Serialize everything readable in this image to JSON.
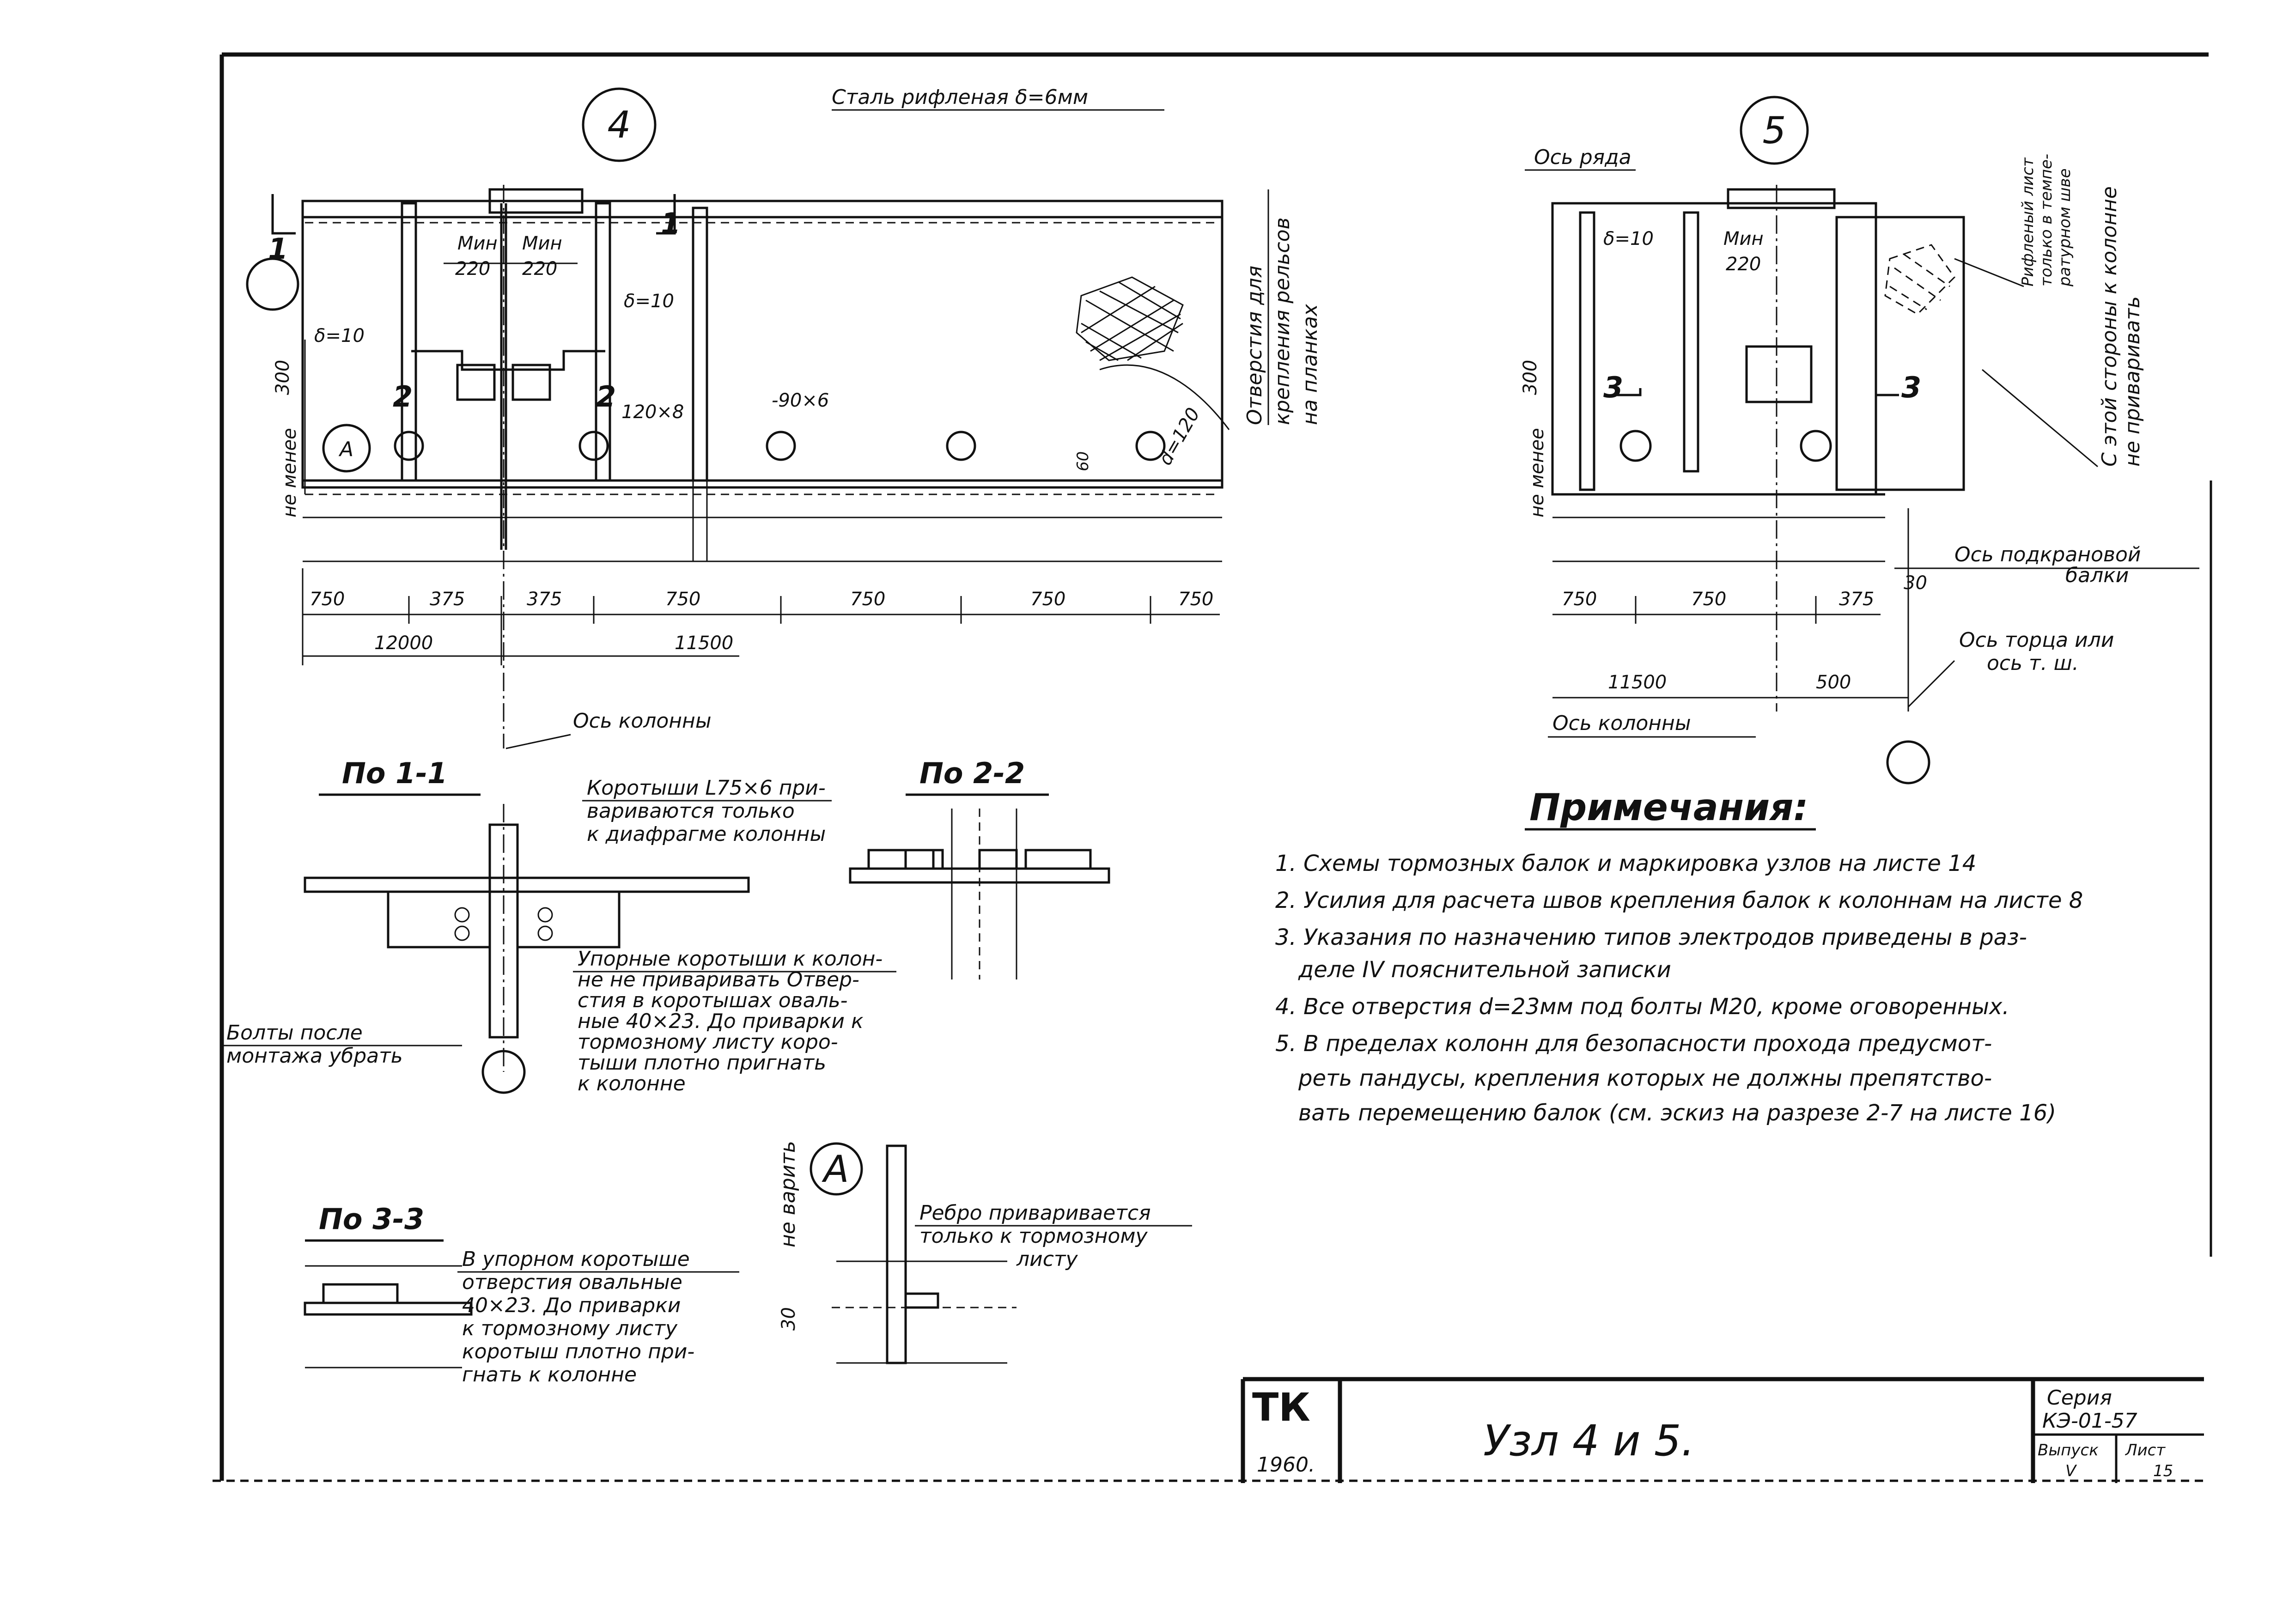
{
  "node4": {
    "number": "4",
    "steel_label": "Сталь рифленая δ=6мм",
    "holes_label_lines": [
      "Отверстия для",
      "крепления рельсов",
      "на планках"
    ],
    "min1": "Мин",
    "min2": "Мин",
    "dim220a": "220",
    "dim220b": "220",
    "delta10_left": "δ=10",
    "delta10_right": "δ=10",
    "h300": "300",
    "not_less": "не менее",
    "plate_120": "120×8",
    "plate_90": "-90×6",
    "d120": "d=120",
    "dim60": "60",
    "callout_a": "A",
    "sec1_left": "1",
    "sec1_right": "1",
    "sec2_left": "2",
    "sec2_right": "2",
    "dims_row1": [
      "750",
      "375",
      "375",
      "750",
      "750",
      "750",
      "750"
    ],
    "dim_12000": "12000",
    "dim_11500": "11500",
    "column_axis": "Ось колонны"
  },
  "node5": {
    "number": "5",
    "row_axis": "Ось ряда",
    "corrugated_lines": [
      "Рифленый лист",
      "только в темпе-",
      "ратурном шве"
    ],
    "no_weld_lines": [
      "С этой стороны к колонне",
      "не приваривать"
    ],
    "delta10": "δ=10",
    "min": "Мин",
    "dim220": "220",
    "h300": "300",
    "not_less": "не менее",
    "sec3_left": "3",
    "sec3_right": "3",
    "crane_axis_lines": [
      "Ось подкрановой",
      "балки"
    ],
    "dim30": "30",
    "dims_row1": [
      "750",
      "750",
      "375"
    ],
    "dim_11500": "11500",
    "dim_500": "500",
    "end_axis_lines": [
      "Ось торца или",
      "ось т. ш."
    ],
    "column_axis": "Ось колонны"
  },
  "sec11": {
    "title": "По 1-1",
    "shorts_lines": [
      "Коротыши L75×6 при-",
      "вариваются только",
      "к диафрагме колонны"
    ],
    "stops_lines": [
      "Упорные коротыши к колон-",
      "не не приваривать Отвер-",
      "стия в коротышах оваль-",
      "ные 40×23. До приварки к",
      "тормозному листу коро-",
      "тыши плотно пригнать",
      "к колонне"
    ],
    "bolts_lines": [
      "Болты после",
      "монтажа убрать"
    ]
  },
  "sec22": {
    "title": "По 2-2"
  },
  "sec33": {
    "title": "По 3-3",
    "note_lines": [
      "В упорном коротыше",
      "отверстия овальные",
      "40×23. До приварки",
      "к тормозному листу",
      "коротыш плотно при-",
      "гнать к колонне"
    ]
  },
  "detailA": {
    "label": "A",
    "no_weld": "не варить",
    "dim30": "30",
    "rib_lines": [
      "Ребро приваривается",
      "только к тормозному",
      "листу"
    ]
  },
  "notes": {
    "title": "Примечания:",
    "lines": [
      "1. Схемы тормозных балок и маркировка узлов на листе 14",
      "2. Усилия для расчета швов крепления балок к колоннам на листе 8",
      "3. Указания по назначению типов электродов приведены в раз-",
      "деле IV пояснительной записки",
      "4. Все отверстия d=23мм под болты М20, кроме оговоренных.",
      "5. В пределах колонн для безопасности прохода предусмот-",
      "реть пандусы, крепления которых не должны препятство-",
      "вать перемещению балок (см. эскиз на разрезе 2-7 на листе 16)"
    ]
  },
  "stamp": {
    "tk": "ТК",
    "year": "1960.",
    "title": "Узл   4 и 5.",
    "series_label": "Серия",
    "series_value": "КЭ-01-57",
    "issue_label": "Выпуск",
    "issue_value": "V",
    "sheet_label": "Лист",
    "sheet_value": "15"
  }
}
